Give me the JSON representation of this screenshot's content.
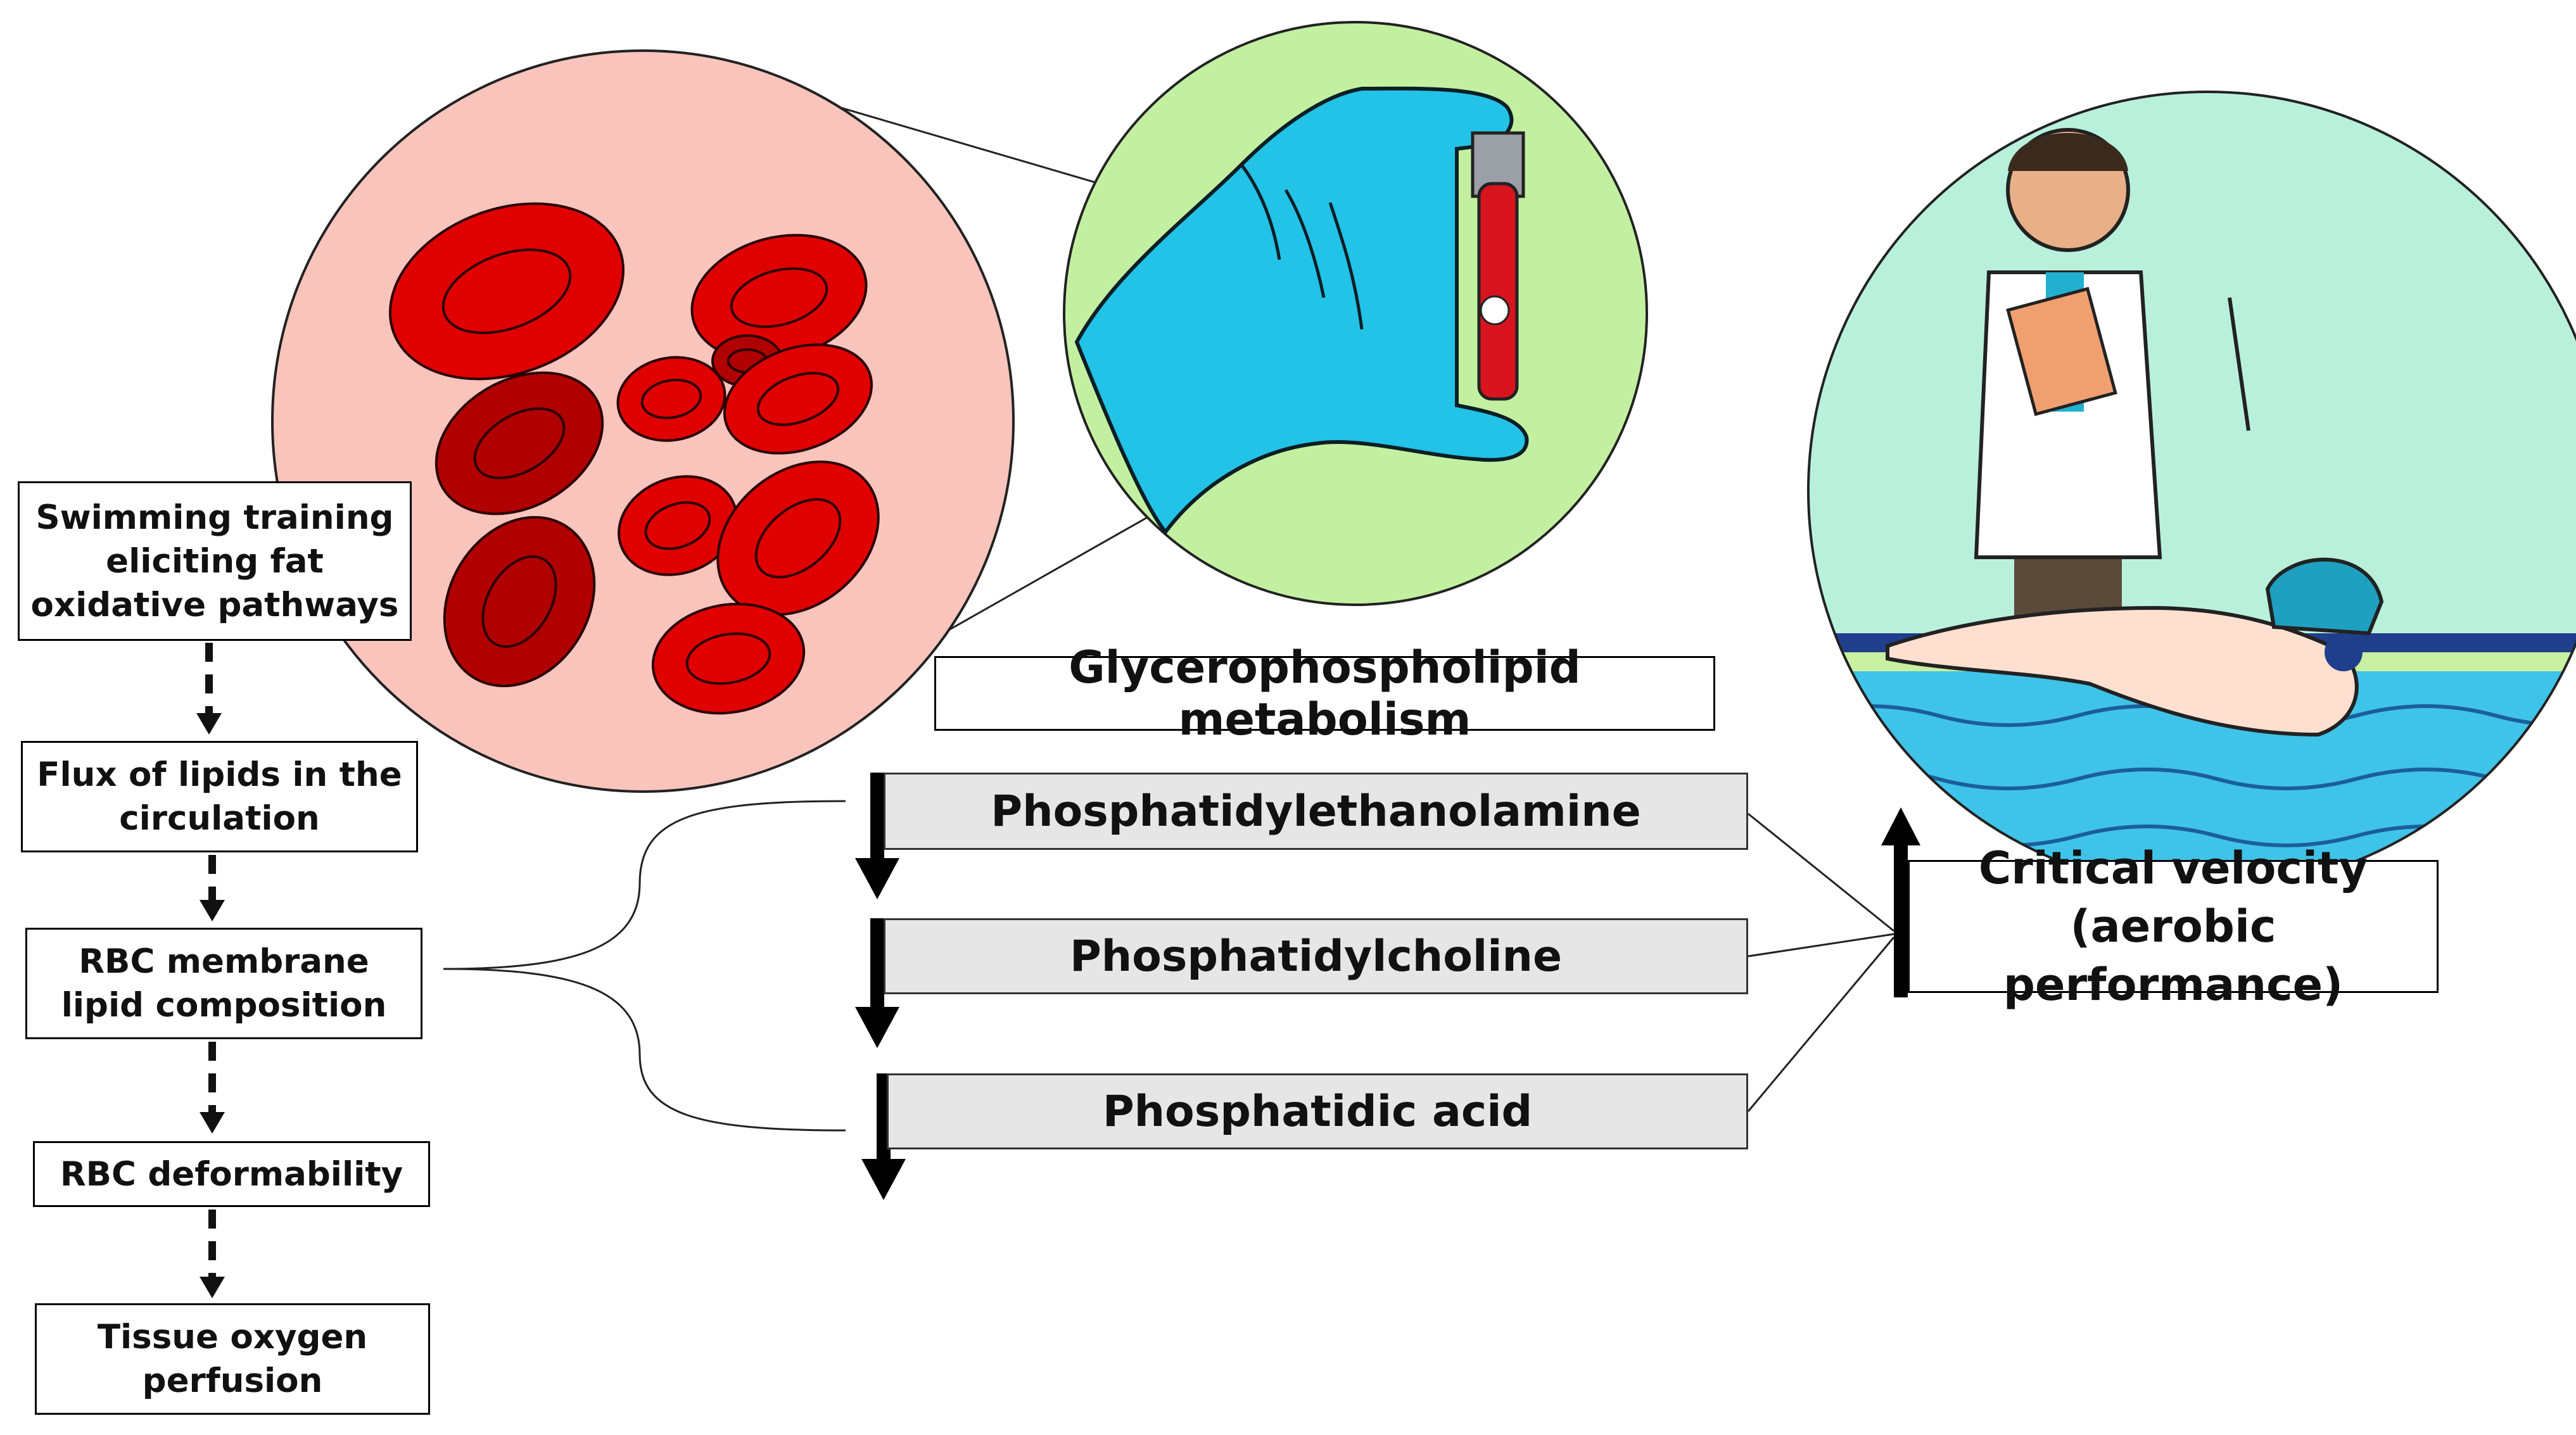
{
  "flow_steps": [
    {
      "lines": [
        "Swimming training",
        "eliciting fat",
        "oxidative pathways"
      ]
    },
    {
      "lines": [
        "Flux of lipids in the",
        "circulation"
      ]
    },
    {
      "lines": [
        "RBC membrane",
        "lipid composition"
      ]
    },
    {
      "lines": [
        "RBC deformability"
      ]
    },
    {
      "lines": [
        "Tissue oxygen",
        "perfusion"
      ]
    }
  ],
  "pathway_title": "Glycerophospholipid metabolism",
  "lipids": [
    {
      "label": "Phosphatidylethanolamine",
      "direction": "down"
    },
    {
      "label": "Phosphatidylcholine",
      "direction": "down"
    },
    {
      "label": "Phosphatidic acid",
      "direction": "down"
    }
  ],
  "outcome": {
    "lines": [
      "Critical velocity",
      "(aerobic performance)"
    ],
    "direction": "up"
  },
  "colors": {
    "rbc_circle_fill": "#f8c4bb",
    "rbc_red": "#e00000",
    "rbc_dark": "#b00000",
    "tube_circle_fill": "#c3f0a0",
    "glove_blue": "#22c3e6",
    "pool_circle_fill": "#b9f0dc",
    "water": "#3fc3e8",
    "lane_blue": "#1f3e8c",
    "lipid_box_fill": "#e6e6e6"
  },
  "icons": [
    "red-blood-cells-illustration",
    "gloved-hand-blood-tube-illustration",
    "coach-and-swimmer-illustration"
  ]
}
